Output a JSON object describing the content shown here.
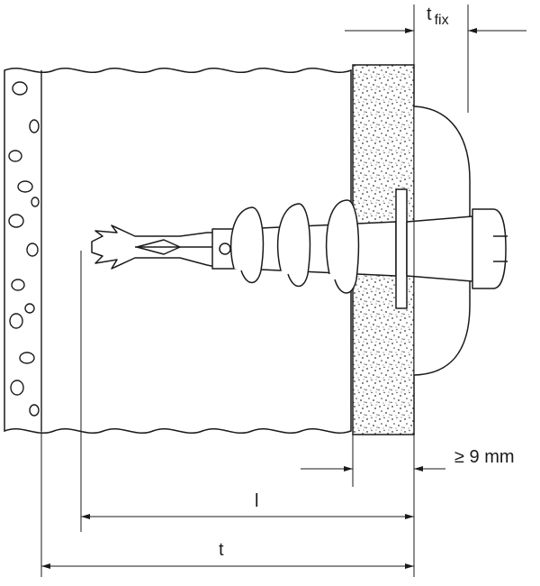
{
  "labels": {
    "t_fix_main": "t",
    "t_fix_sub": "fix",
    "min_depth": "≥ 9 mm",
    "length": "l",
    "total": "t"
  }
}
